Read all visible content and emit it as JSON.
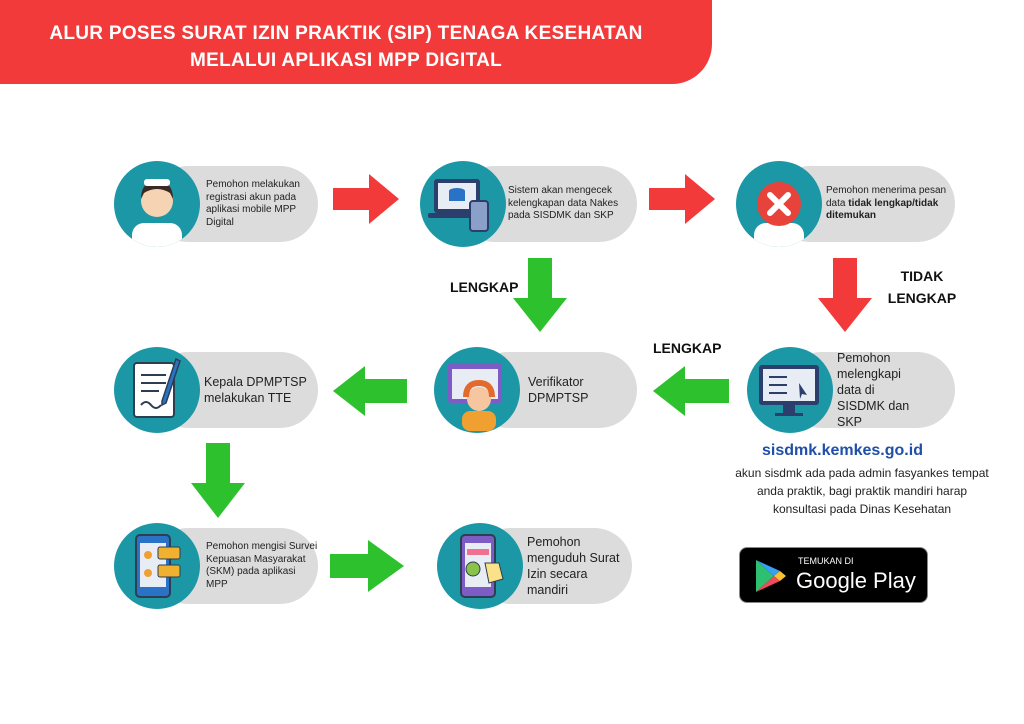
{
  "title": {
    "line1": "ALUR POSES SURAT IZIN PRAKTIK (SIP) TENAGA KESEHATAN",
    "line2": "MELALUI APLIKASI MPP DIGITAL"
  },
  "steps": [
    {
      "text": "Pemohon melakukan registrasi akun pada aplikasi mobile MPP Digital",
      "icon": "nurse-icon"
    },
    {
      "text": "Sistem akan mengecek kelengkapan data Nakes pada SISDMK dan SKP",
      "icon": "laptop-database-icon"
    },
    {
      "text_prefix": "Pemohon menerima pesan data ",
      "text_bold": "tidak lengkap/tidak ditemukan",
      "icon": "nurse-rejected-icon"
    },
    {
      "text": "Pemohon melengkapi data di SISDMK dan SKP",
      "icon": "monitor-form-icon"
    },
    {
      "text": "Verifikator DPMPTSP",
      "icon": "verifier-headset-icon"
    },
    {
      "text": "Kepala DPMPTSP melakukan TTE",
      "icon": "document-sign-icon"
    },
    {
      "text": "Pemohon mengisi Survei Kepuasan Masyarakat (SKM) pada aplikasi MPP",
      "icon": "phone-survey-icon"
    },
    {
      "text": "Pemohon menguduh Surat Izin secara mandiri",
      "icon": "phone-download-icon"
    }
  ],
  "labels": {
    "lengkap1": "LENGKAP",
    "tidak_lengkap": "TIDAK LENGKAP",
    "lengkap2": "LENGKAP"
  },
  "sisdmk": {
    "link": "sisdmk.kemkes.go.id",
    "note": "akun sisdmk ada pada admin fasyankes tempat anda praktik, bagi praktik mandiri harap konsultasi pada Dinas Kesehatan"
  },
  "google_play": {
    "small": "TEMUKAN DI",
    "big": "Google Play"
  },
  "colors": {
    "red": "#f23a3a",
    "green": "#2ec12e",
    "teal": "#1b97a6",
    "pill": "#dcdcdc"
  }
}
